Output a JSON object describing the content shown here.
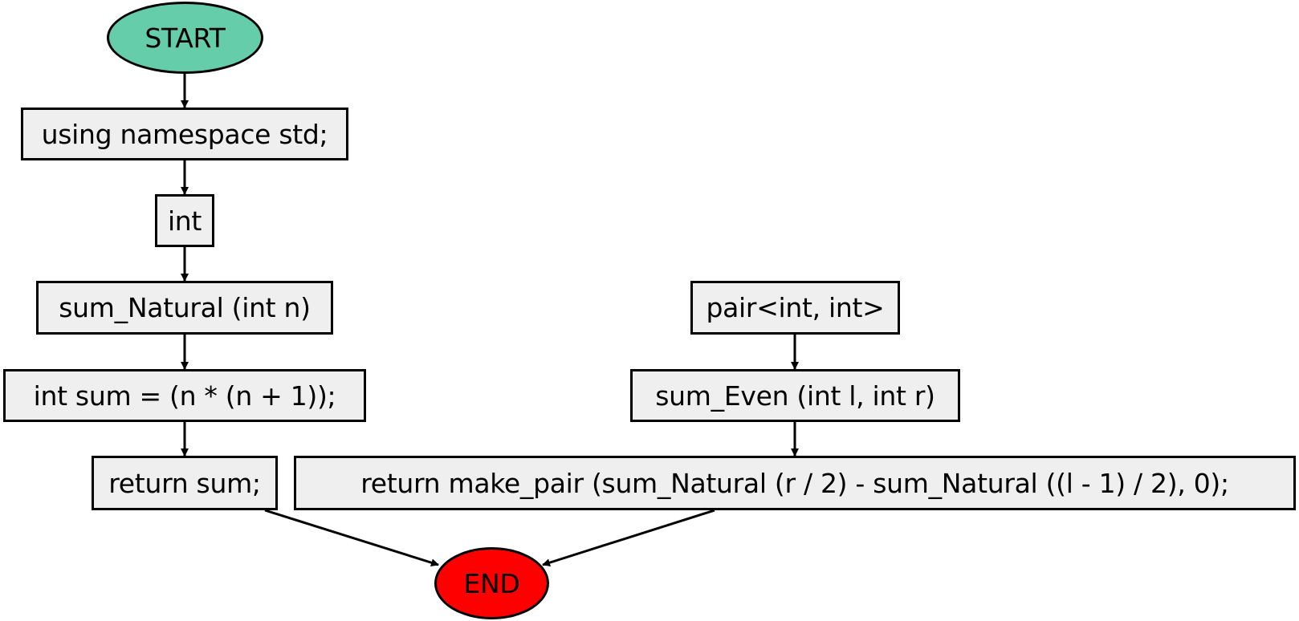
{
  "colors": {
    "start_fill": "#66cdaa",
    "end_fill": "#ff0000",
    "box_fill": "#efefef",
    "stroke": "#000000"
  },
  "nodes": {
    "start": "START",
    "using_ns": "using namespace std;",
    "int_type": "int",
    "sum_natural_sig": "sum_Natural (int n)",
    "sum_calc": "int sum = (n * (n + 1));",
    "return_sum": "return sum;",
    "pair_type": "pair<int, int>",
    "sum_even_sig": "sum_Even (int l, int r)",
    "return_pair": "return make_pair (sum_Natural (r / 2) - sum_Natural ((l - 1) / 2), 0);",
    "end": "END"
  }
}
